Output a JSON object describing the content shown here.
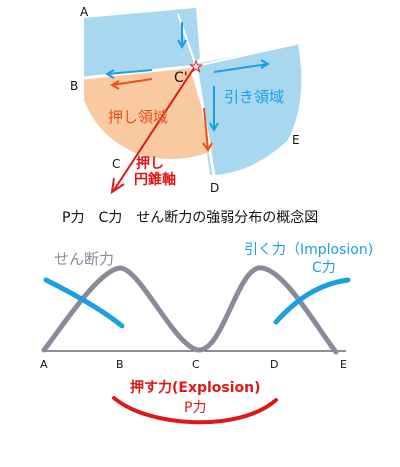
{
  "diagram": {
    "points": {
      "a": "A",
      "b": "B",
      "c_prime": "C'",
      "c": "C",
      "d": "D",
      "e": "E"
    },
    "push_region_label": "押し領域",
    "pull_region_label": "引き領域",
    "cone_axis_label_line1": "押し",
    "cone_axis_label_line2": "円錐軸",
    "colors": {
      "push_region": "#f9c9a0",
      "pull_region": "#a8d8f0",
      "push_text": "#e8501a",
      "pull_text": "#1aa0e0",
      "cone_axis": "#e01818",
      "shear_curve": "#8a8a9a"
    }
  },
  "caption": "P力　C力　せん断力の強弱分布の概念図",
  "graph": {
    "shear_label": "せん断力",
    "pull_label_line1": "引く力（Implosion)",
    "pull_label_line2": "C力",
    "push_label_line1": "押す力(Explosion)",
    "push_label_line2": "P力",
    "axis_points": [
      "A",
      "B",
      "C",
      "D",
      "E"
    ]
  }
}
